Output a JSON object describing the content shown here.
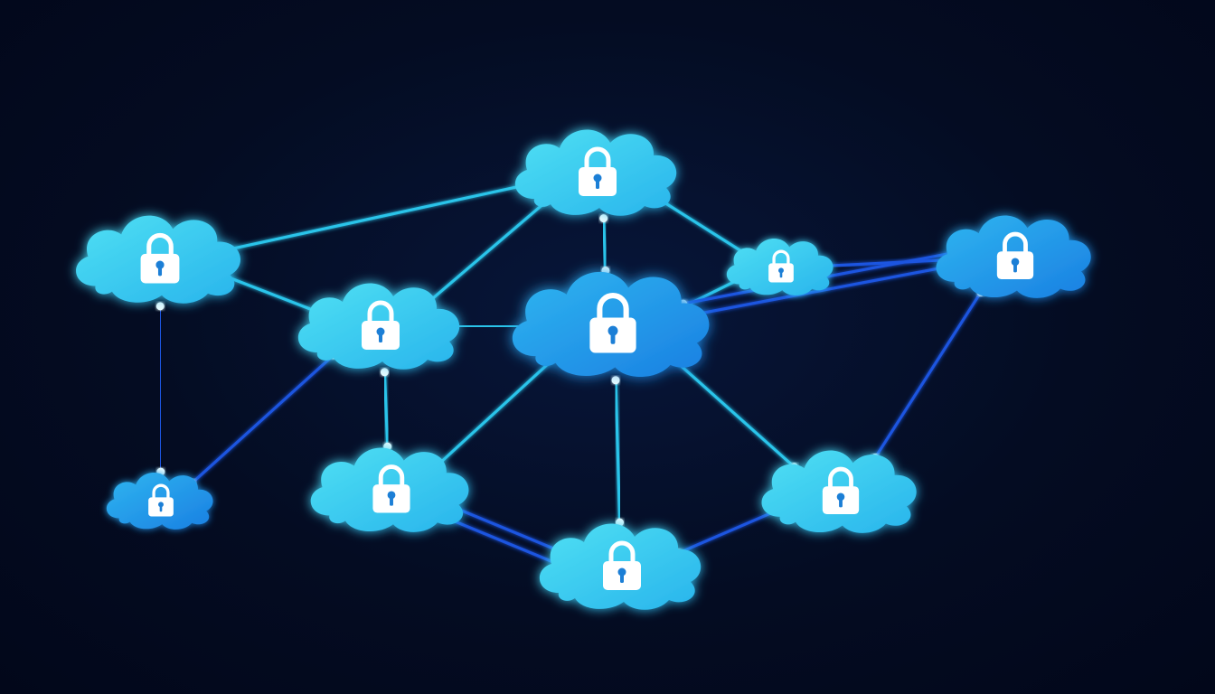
{
  "diagram": {
    "colors": {
      "background": "#030a1c",
      "cloud_light": "#3fd3ee",
      "cloud_deep": "#1f8fe8",
      "link_cyan": "#29c4ea",
      "link_blue": "#1f55e0",
      "lock": "#ffffff",
      "lock_glyph": "#1c7fd6"
    },
    "nodes": [
      {
        "id": "top",
        "icon": "padlock-icon",
        "tone": "light"
      },
      {
        "id": "left",
        "icon": "padlock-icon",
        "tone": "light"
      },
      {
        "id": "mid-left",
        "icon": "padlock-icon",
        "tone": "light"
      },
      {
        "id": "center",
        "icon": "padlock-icon",
        "tone": "deep"
      },
      {
        "id": "small-right",
        "icon": "padlock-icon",
        "tone": "light"
      },
      {
        "id": "far-right",
        "icon": "padlock-icon",
        "tone": "deep"
      },
      {
        "id": "bottom-left-small",
        "icon": "padlock-icon",
        "tone": "deep"
      },
      {
        "id": "bottom-mid-left",
        "icon": "padlock-icon",
        "tone": "light"
      },
      {
        "id": "bottom-center",
        "icon": "padlock-icon",
        "tone": "light"
      },
      {
        "id": "bottom-right",
        "icon": "padlock-icon",
        "tone": "light"
      }
    ],
    "links": [
      {
        "from": "left",
        "to": "top",
        "tone": "cyan"
      },
      {
        "from": "mid-left",
        "to": "top",
        "tone": "cyan"
      },
      {
        "from": "top",
        "to": "center",
        "tone": "cyan"
      },
      {
        "from": "top",
        "to": "small-right",
        "tone": "cyan"
      },
      {
        "from": "small-right",
        "to": "far-right",
        "tone": "blue"
      },
      {
        "from": "small-right",
        "to": "center",
        "tone": "cyan"
      },
      {
        "from": "far-right",
        "to": "center",
        "tone": "blue"
      },
      {
        "from": "far-right",
        "to": "center",
        "tone": "blue",
        "offset": 1
      },
      {
        "from": "far-right",
        "to": "bottom-right",
        "tone": "blue"
      },
      {
        "from": "left",
        "to": "mid-left",
        "tone": "cyan"
      },
      {
        "from": "left",
        "to": "bottom-left-small",
        "tone": "blue"
      },
      {
        "from": "mid-left",
        "to": "center",
        "tone": "cyan"
      },
      {
        "from": "mid-left",
        "to": "bottom-mid-left",
        "tone": "cyan"
      },
      {
        "from": "bottom-left-small",
        "to": "mid-left",
        "tone": "blue"
      },
      {
        "from": "bottom-mid-left",
        "to": "center",
        "tone": "cyan"
      },
      {
        "from": "center",
        "to": "bottom-center",
        "tone": "cyan"
      },
      {
        "from": "center",
        "to": "bottom-right",
        "tone": "cyan"
      },
      {
        "from": "bottom-mid-left",
        "to": "bottom-center",
        "tone": "blue"
      },
      {
        "from": "bottom-mid-left",
        "to": "bottom-center",
        "tone": "blue",
        "offset": 1
      },
      {
        "from": "bottom-center",
        "to": "bottom-right",
        "tone": "blue"
      }
    ]
  }
}
